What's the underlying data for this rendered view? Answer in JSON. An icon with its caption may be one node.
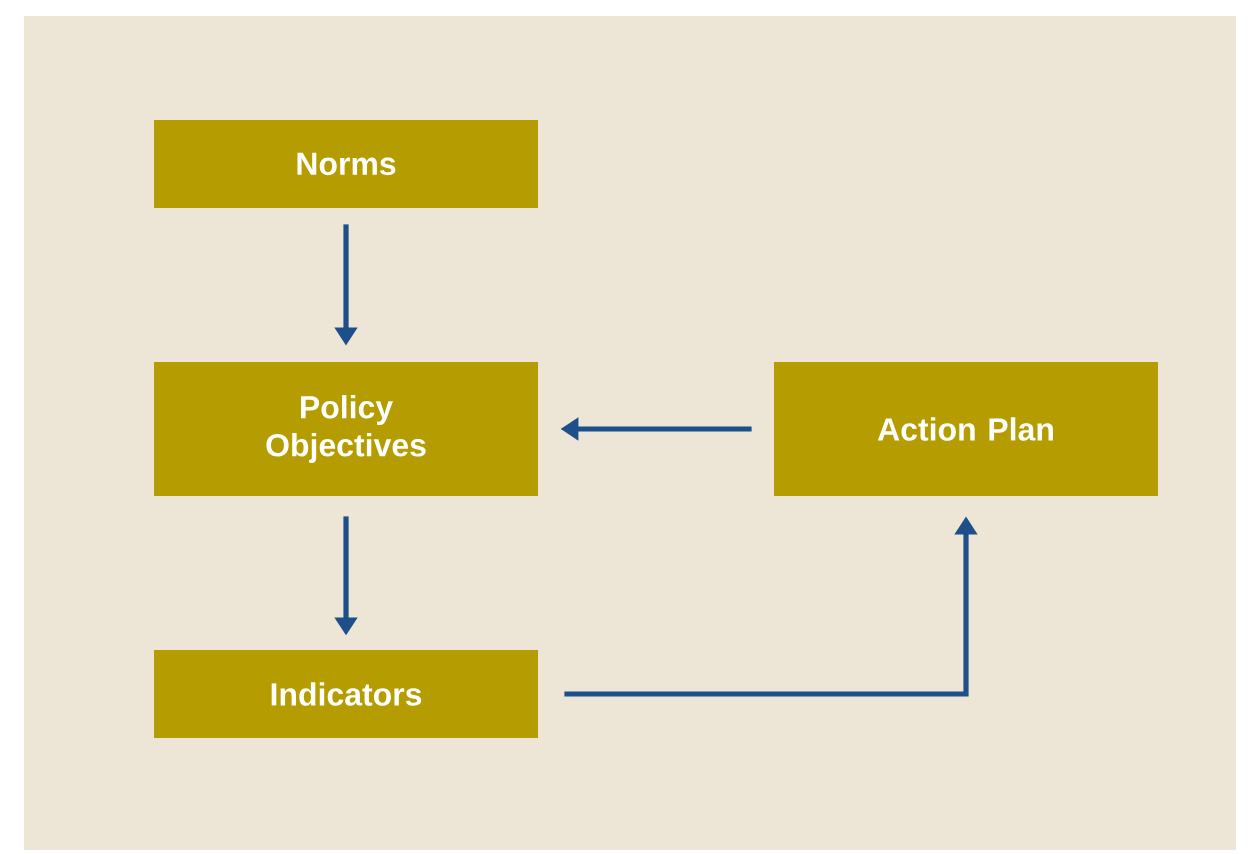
{
  "diagram": {
    "nodes": [
      {
        "text": [
          "Norms"
        ]
      },
      {
        "text": [
          "Policy Objectives"
        ]
      },
      {
        "text": [
          "Indicators"
        ]
      },
      {
        "text": [
          "Action Plan"
        ]
      }
    ],
    "edges": [
      {
        "from": 0,
        "to": 1,
        "arrow": "to"
      },
      {
        "from": 1,
        "to": 2,
        "arrow": "to"
      },
      {
        "from": 3,
        "to": 1,
        "arrow": "to"
      },
      {
        "from": 2,
        "to": 3,
        "arrow": "to"
      }
    ]
  }
}
